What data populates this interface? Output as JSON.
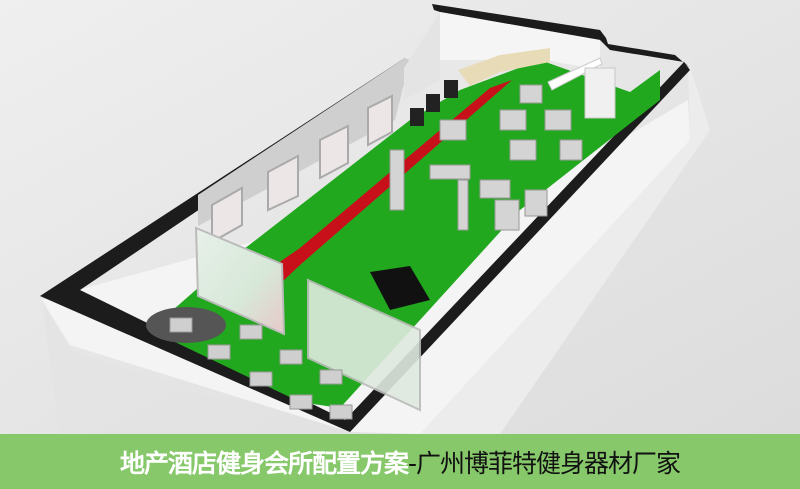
{
  "image": {
    "description": "3D rendered floor plan of a gym / fitness club layout",
    "colors": {
      "background": "#e6e6e6",
      "floor_green": "#22a81e",
      "running_track_red": "#c8101a",
      "wall_top": "#1a1a1a",
      "wall_face": "#f2f2f2",
      "caption_bg": "#86c86a"
    },
    "elements": [
      "windows",
      "glass partitions",
      "running track",
      "reception desk",
      "staircase",
      "strength machines",
      "spin bikes",
      "free weights rack",
      "dumbbell racks"
    ]
  },
  "caption": {
    "title": "地产酒店健身会所配置方案",
    "subtitle": "-广州博菲特健身器材厂家"
  }
}
